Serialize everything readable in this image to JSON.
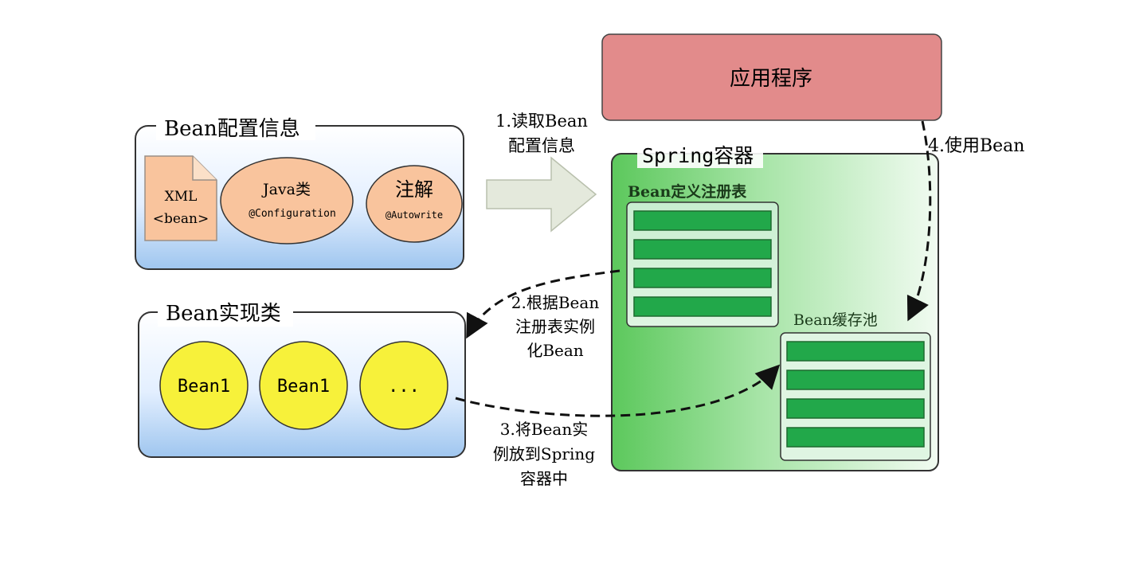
{
  "config_panel": {
    "title": "Bean配置信息",
    "xml": {
      "line1": "XML",
      "line2": "<bean>"
    },
    "java": {
      "title": "Java类",
      "annotation": "@Configuration"
    },
    "annotation": {
      "title": "注解",
      "annotation": "@Autowrite"
    }
  },
  "impl_panel": {
    "title": "Bean实现类",
    "beans": [
      "Bean1",
      "Bean1",
      "..."
    ]
  },
  "app": {
    "label": "应用程序"
  },
  "container": {
    "title": "Spring容器",
    "registry": {
      "title": "Bean定义注册表",
      "rows": 4
    },
    "cache": {
      "title": "Bean缓存池",
      "rows": 4
    }
  },
  "steps": {
    "step1": {
      "line1": "1.读取Bean",
      "line2": "配置信息"
    },
    "step2": {
      "line1": "2.根据Bean",
      "line2": "注册表实例",
      "line3": "化Bean"
    },
    "step3": {
      "line1": "3.将Bean实",
      "line2": "例放到Spring",
      "line3": "容器中"
    },
    "step4": {
      "label": "4.使用Bean"
    }
  },
  "colors": {
    "panel_border": "#333333",
    "panel_fill_top": "#ffffff",
    "panel_fill_bottom": "#9fc6ef",
    "orange_fill": "#f9c49d",
    "yellow_fill": "#f7f13a",
    "app_fill": "#e28b8b",
    "container_dark": "#5cc85c",
    "container_light": "#f1fbf1",
    "row_fill": "#22a84a",
    "arrow_fill": "#e4e9dc"
  }
}
